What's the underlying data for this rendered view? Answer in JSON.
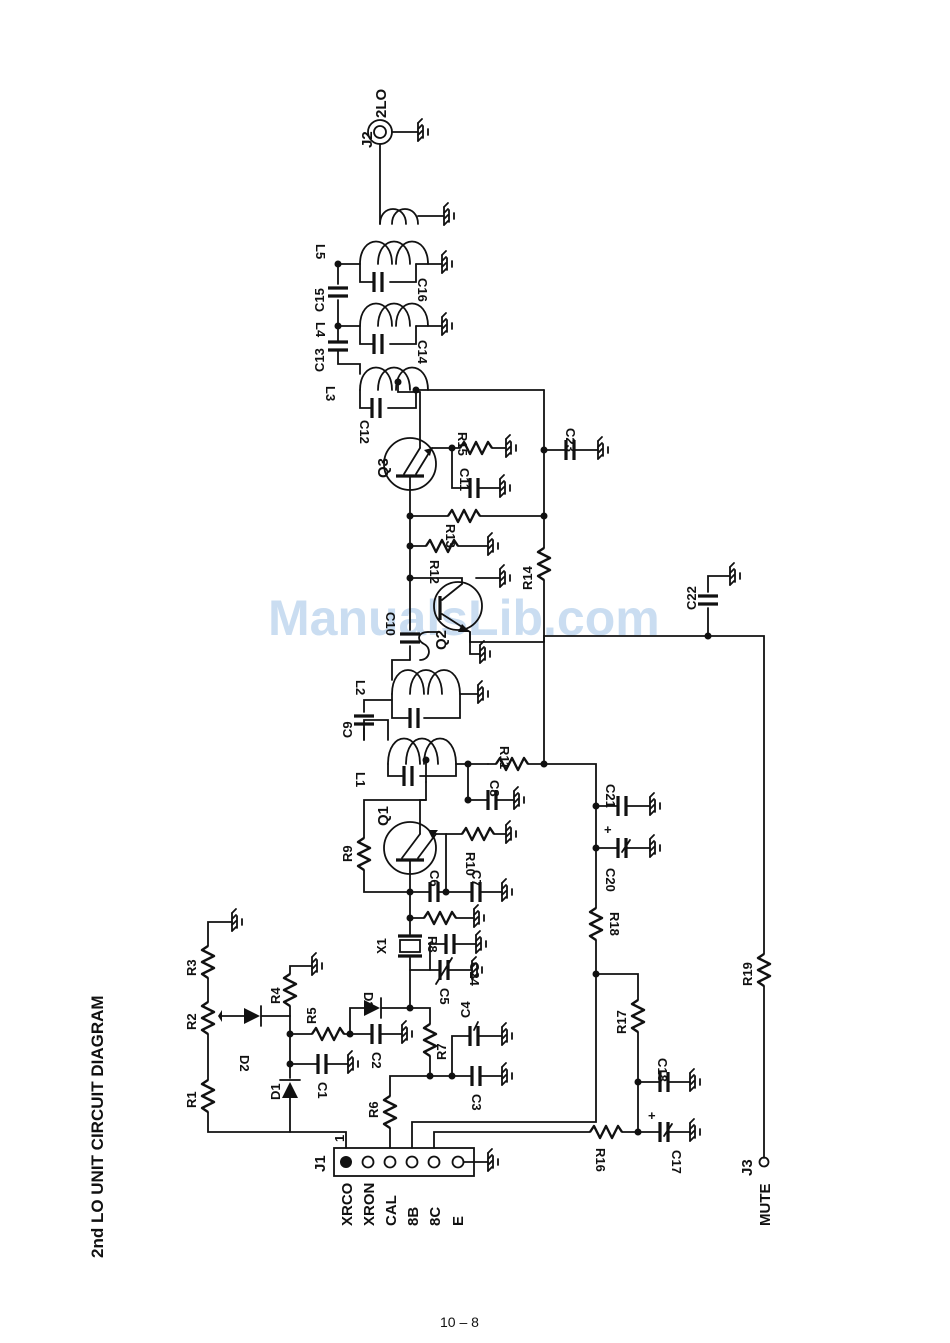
{
  "title": "2nd LO UNIT CIRCUIT DIAGRAM",
  "page_number": "10 – 8",
  "watermark": "ManualsLib.com",
  "connectors": {
    "j1": "J1",
    "j1_pin1": "1",
    "j2": "J2",
    "j2_signal": "2LO",
    "j3": "J3",
    "j3_signal": "MUTE"
  },
  "j1_pins": [
    "XRCO",
    "XRON",
    "CAL",
    "8B",
    "8C",
    "E"
  ],
  "resistors": {
    "r1": "R1",
    "r2": "R2",
    "r3": "R3",
    "r4": "R4",
    "r5": "R5",
    "r6": "R6",
    "r7": "R7",
    "r8": "R8",
    "r9": "R9",
    "r10": "R10",
    "r11": "R11",
    "r12": "R12",
    "r13": "R13",
    "r14": "R14",
    "r15": "R15",
    "r16": "R16",
    "r17": "R17",
    "r18": "R18",
    "r19": "R19"
  },
  "capacitors": {
    "c1": "C1",
    "c2": "C2",
    "c3": "C3",
    "c4": "C4",
    "c5": "C5",
    "c6": "C6",
    "c7": "C7",
    "c8": "C8",
    "c9": "C9",
    "c10": "C10",
    "c11": "C11",
    "c12": "C12",
    "c13": "C13",
    "c14": "C14",
    "c15": "C15",
    "c16": "C16",
    "c17": "C17",
    "c18": "C18",
    "c20": "C20",
    "c21": "C21",
    "c22": "C22",
    "c23": "C23",
    "c24": "C24"
  },
  "inductors": {
    "l1": "L1",
    "l2": "L2",
    "l3": "L3",
    "l4": "L4",
    "l5": "L5"
  },
  "diodes": {
    "d1": "D1",
    "d2": "D2",
    "d3": "D3"
  },
  "transistors": {
    "q1": "Q1",
    "q2": "Q2",
    "q3": "Q3"
  },
  "crystals": {
    "x1": "X1"
  },
  "polarity_plus": "+"
}
